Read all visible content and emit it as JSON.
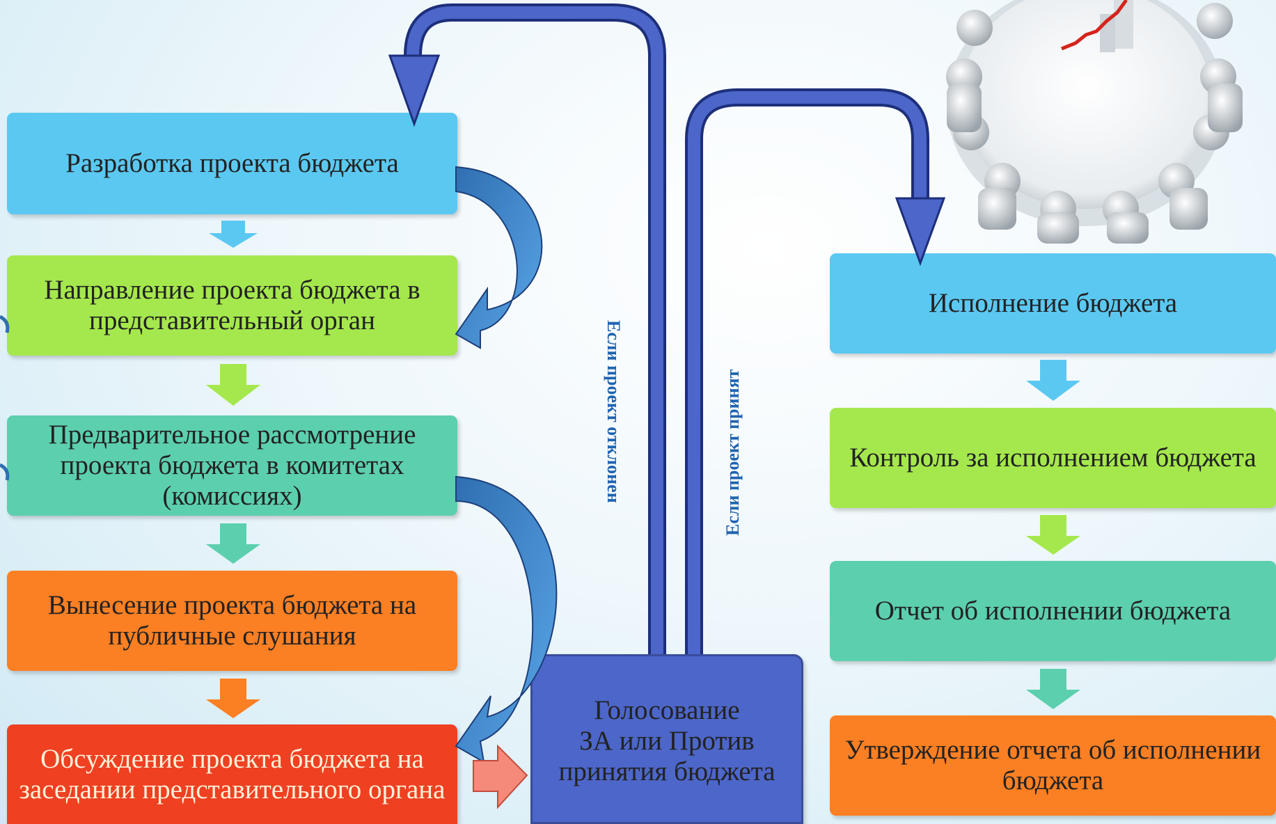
{
  "left_steps": [
    {
      "text": "Разработка проекта бюджета",
      "color": "#5bc8f1"
    },
    {
      "text": "Направление проекта бюджета в представительный орган",
      "color": "#a5e84d"
    },
    {
      "text": "Предварительное рассмотрение проекта бюджета в комитетах (комиссиях)",
      "color": "#5ccfae"
    },
    {
      "text": "Вынесение проекта бюджета на публичные слушания",
      "color": "#fb7f23"
    },
    {
      "text": "Обсуждение проекта бюджета на заседании представительного органа",
      "color": "#ef4022"
    }
  ],
  "vote": {
    "line1": "Голосование",
    "line2": "ЗА или Против",
    "line3": "принятия бюджета",
    "color": "#4c66c9"
  },
  "branches": {
    "rejected": "Если проект отклонен",
    "accepted": "Если проект принят"
  },
  "right_steps": [
    {
      "text": "Исполнение бюджета",
      "color": "#5bc8f1"
    },
    {
      "text": "Контроль за исполнением бюджета",
      "color": "#a5e84d"
    },
    {
      "text": "Отчет об исполнении бюджета",
      "color": "#5ccfae"
    },
    {
      "text": "Утверждение отчета об исполнении бюджета",
      "color": "#fb7f23"
    }
  ],
  "image": {
    "name": "round-table-meeting-illustration"
  }
}
